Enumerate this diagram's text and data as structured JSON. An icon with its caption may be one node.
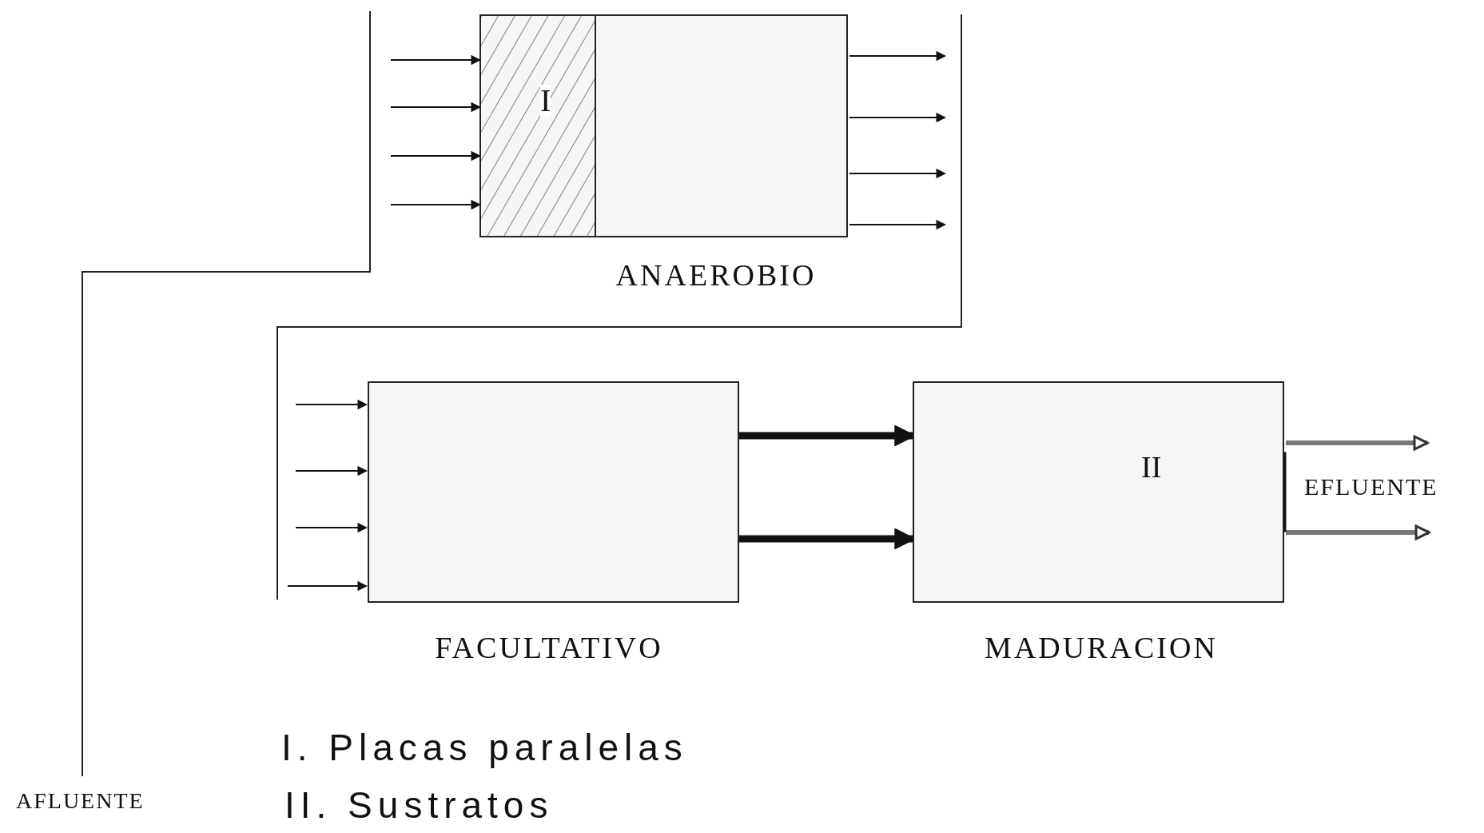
{
  "diagram": {
    "nodes": [
      {
        "text": [
          "ANAEROBIO"
        ]
      },
      {
        "text": [
          "I"
        ],
        "in": 0
      },
      {
        "text": [
          "FACULTATIVO"
        ]
      },
      {
        "text": [
          "MADURACION"
        ]
      }
    ],
    "edges": [
      {
        "from": null,
        "to": 1,
        "arrow": "to"
      },
      {
        "from": null,
        "to": 1,
        "arrow": "to"
      },
      {
        "from": null,
        "to": 1,
        "arrow": "to"
      },
      {
        "from": null,
        "to": 1,
        "arrow": "to"
      },
      {
        "from": 0,
        "to": null,
        "arrow": "to"
      },
      {
        "from": 0,
        "to": null,
        "arrow": "to"
      },
      {
        "from": 0,
        "to": null,
        "arrow": "to"
      },
      {
        "from": 0,
        "to": null,
        "arrow": "to"
      },
      {
        "from": null,
        "to": 2,
        "arrow": "to"
      },
      {
        "from": null,
        "to": 2,
        "arrow": "to"
      },
      {
        "from": null,
        "to": 2,
        "arrow": "to"
      },
      {
        "from": null,
        "to": 2,
        "arrow": "to"
      },
      {
        "from": 2,
        "to": 3,
        "arrow": "to",
        "style": "thick"
      },
      {
        "from": 2,
        "to": 3,
        "arrow": "to",
        "style": "thick"
      },
      {
        "from": 3,
        "to": null,
        "arrow": "to",
        "style": "thick",
        "color": "#777777"
      },
      {
        "from": 3,
        "to": null,
        "arrow": "to",
        "style": "thick",
        "color": "#777777"
      }
    ],
    "labels": [
      "II",
      "EFLUENTE",
      "AFLUENTE",
      "I. Placas paralelas",
      "II. Sustratos"
    ]
  }
}
